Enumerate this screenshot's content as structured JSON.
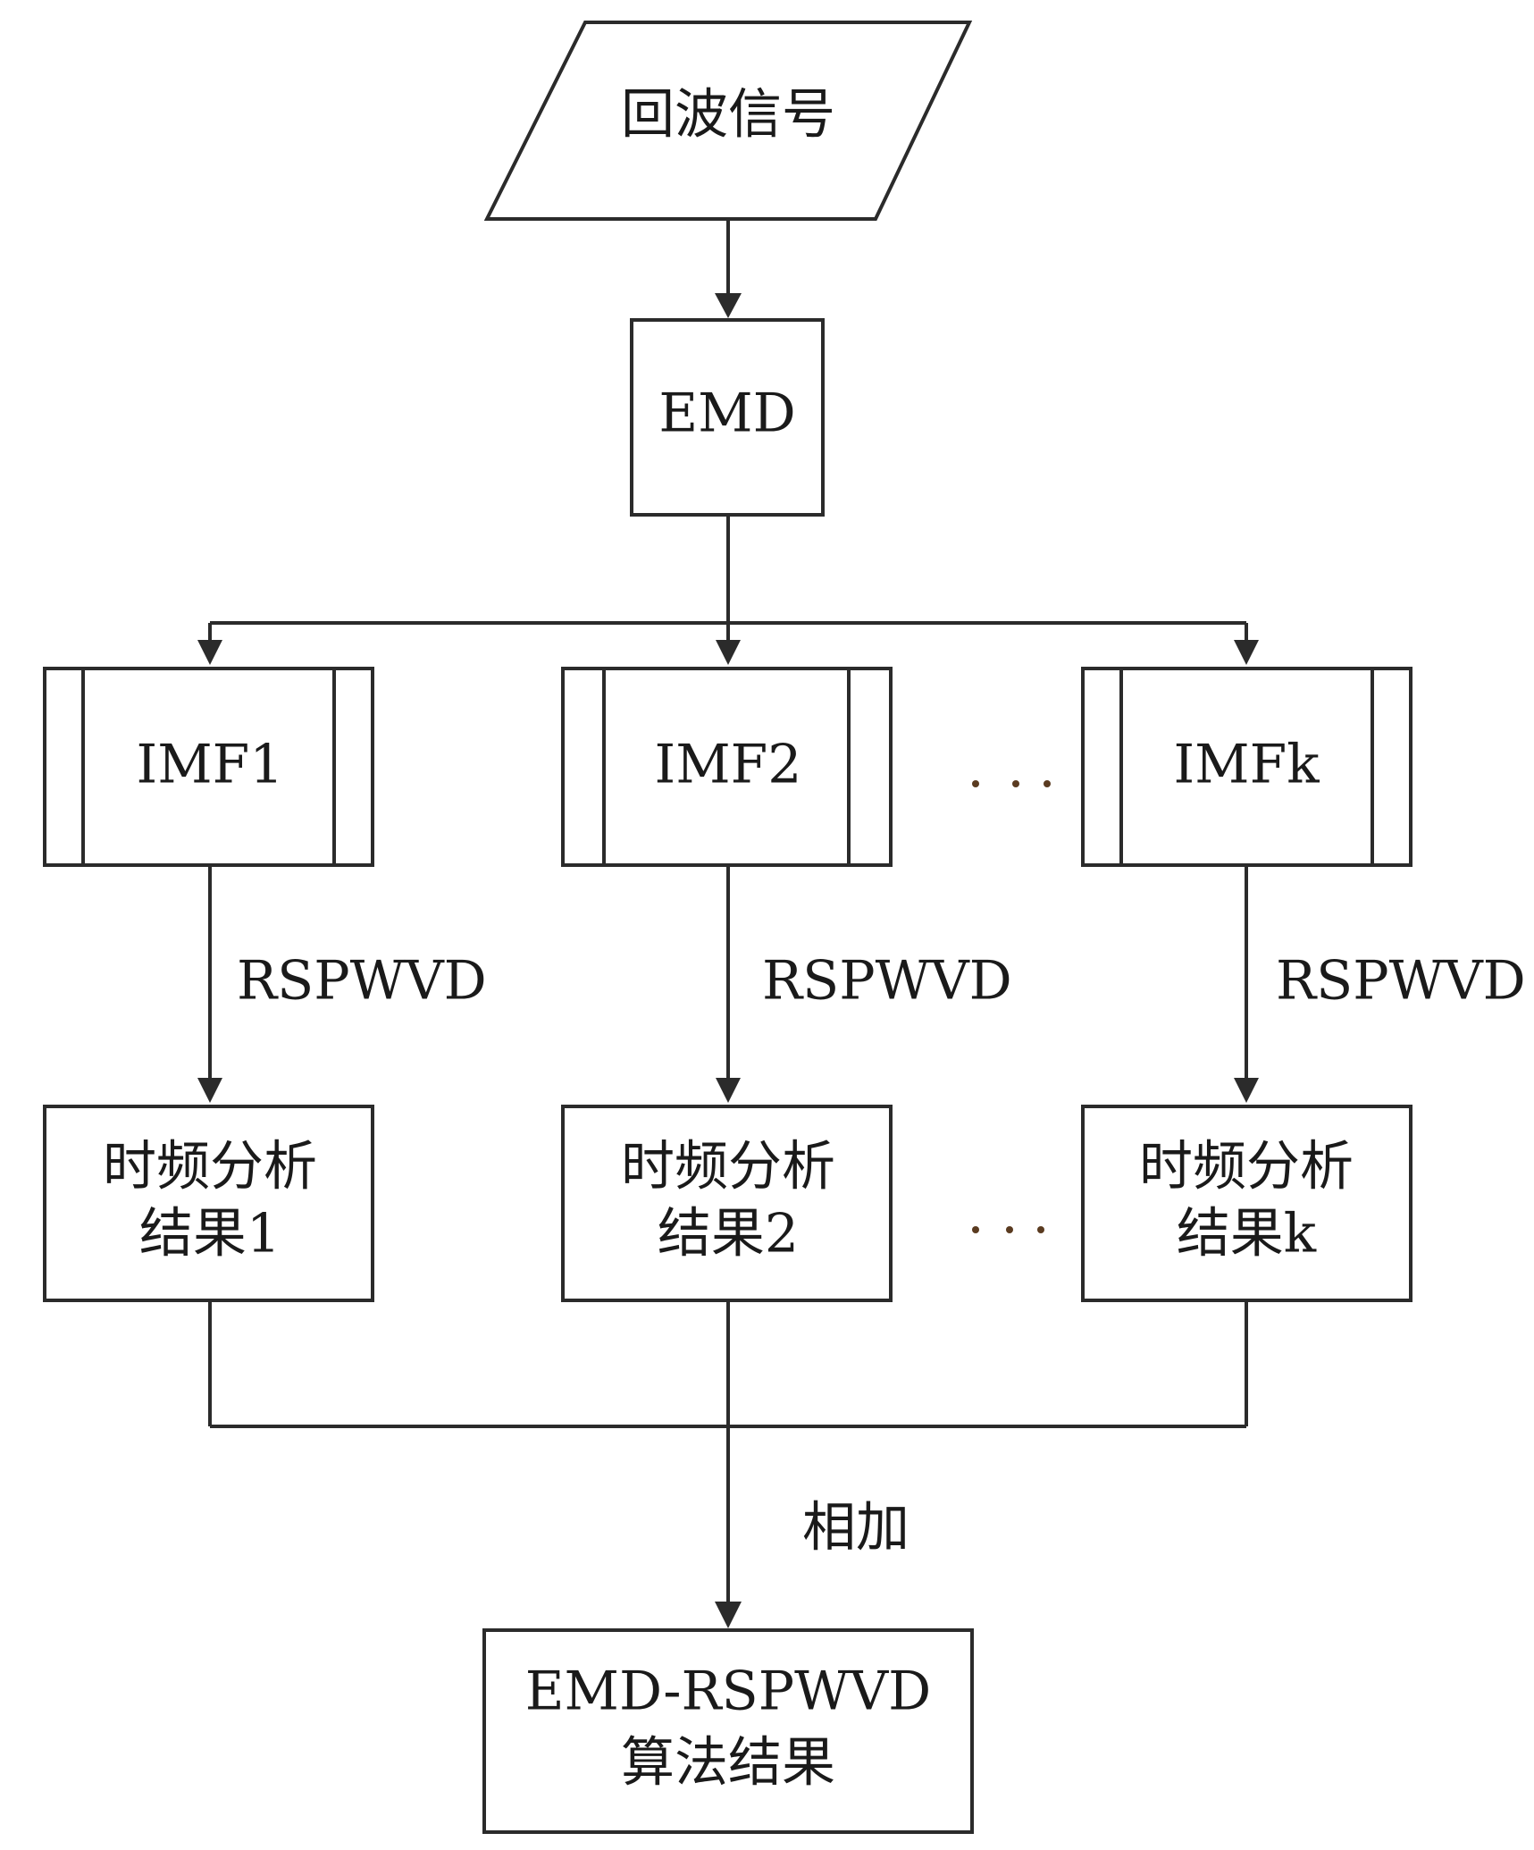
{
  "input": {
    "label": "回波信号"
  },
  "emd": {
    "label": "EMD"
  },
  "imfs": [
    {
      "label": "IMF1"
    },
    {
      "label": "IMF2"
    },
    {
      "label": "IMFk"
    }
  ],
  "transform_label": "RSPWVD",
  "results": [
    {
      "line1": "时频分析",
      "line2": "结果1"
    },
    {
      "line1": "时频分析",
      "line2": "结果2"
    },
    {
      "line1": "时频分析",
      "line2": "结果k"
    }
  ],
  "sum_label": "相加",
  "output": {
    "line1": "EMD-RSPWVD",
    "line2": "算法结果"
  },
  "colors": {
    "stroke": "#2b2b2b",
    "text": "#1a1a1a",
    "ellipsis": "#5a3b20"
  }
}
